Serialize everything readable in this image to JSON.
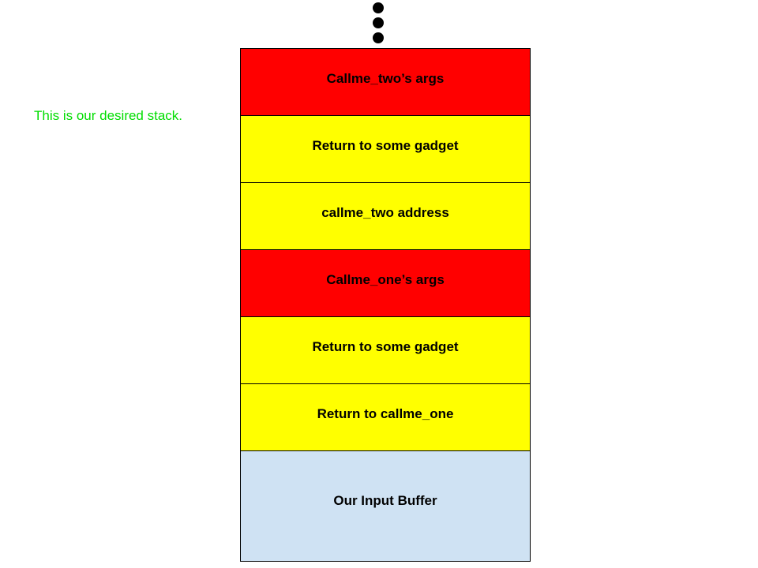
{
  "caption": {
    "text": "This is our desired stack.",
    "color": "#00dd00"
  },
  "stack": {
    "blocks": [
      {
        "label": "Callme_two’s args",
        "color": "#ff0000"
      },
      {
        "label": "Return to some gadget",
        "color": "#ffff00"
      },
      {
        "label": "callme_two address",
        "color": "#ffff00"
      },
      {
        "label": "Callme_one’s args",
        "color": "#ff0000"
      },
      {
        "label": "Return to some gadget",
        "color": "#ffff00"
      },
      {
        "label": "Return to callme_one",
        "color": "#ffff00"
      },
      {
        "label": "Our Input Buffer",
        "color": "#cfe2f3"
      }
    ]
  },
  "continuation_marker": {
    "icon": "vertical-ellipsis-icon"
  }
}
